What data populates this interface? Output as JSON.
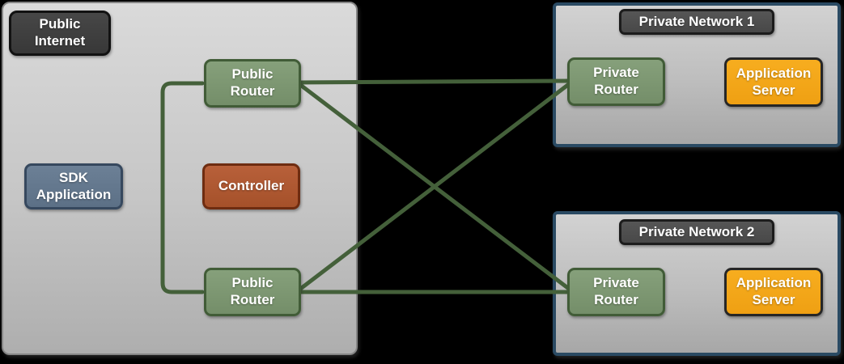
{
  "diagram": {
    "background": "#000000",
    "public_internet": {
      "label": "Public\nInternet",
      "sdk_application": "SDK\nApplication",
      "controller": "Controller",
      "public_router_top": "Public\nRouter",
      "public_router_bottom": "Public\nRouter"
    },
    "private_networks": [
      {
        "label": "Private Network 1",
        "private_router": "Private\nRouter",
        "application_server": "Application\nServer"
      },
      {
        "label": "Private Network 2",
        "private_router": "Private\nRouter",
        "application_server": "Application\nServer"
      }
    ],
    "connections": [
      {
        "from": "public-router-top",
        "to": "public-router-bottom",
        "shape": "left-bracket"
      },
      {
        "from": "public-router-top",
        "to": "private-router-1",
        "shape": "straight"
      },
      {
        "from": "public-router-top",
        "to": "private-router-2",
        "shape": "diagonal"
      },
      {
        "from": "public-router-bottom",
        "to": "private-router-2",
        "shape": "straight"
      },
      {
        "from": "public-router-bottom",
        "to": "private-router-1",
        "shape": "diagonal"
      }
    ],
    "colors": {
      "line": "#44603a",
      "router_fill": "#7e9873",
      "router_border": "#415c37",
      "sdk_fill": "#64788e",
      "sdk_border": "#36485e",
      "controller_fill": "#b05a32",
      "controller_border": "#6e2c10",
      "server_fill": "#f5a81d",
      "server_border": "#262626",
      "private_network_border": "#2a4a63",
      "label_fill": "#474747"
    }
  }
}
